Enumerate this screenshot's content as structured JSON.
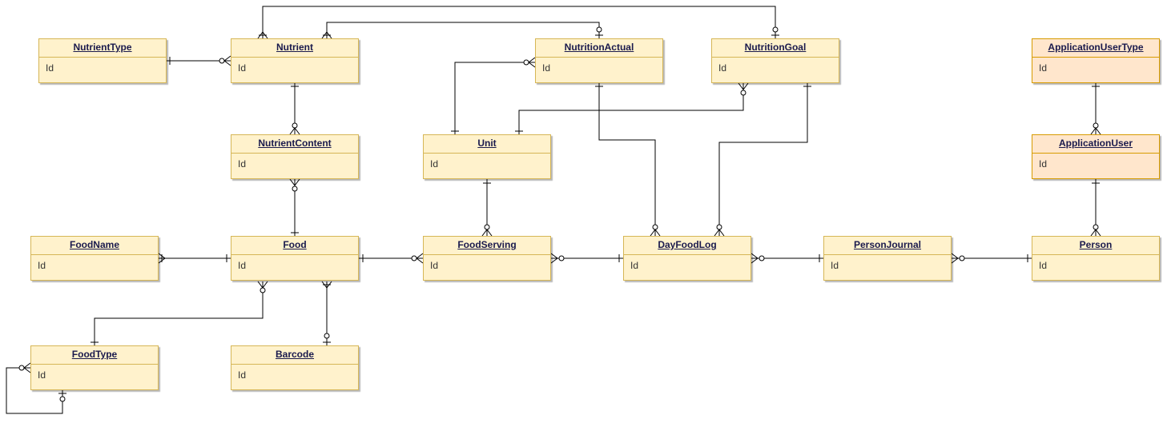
{
  "colors": {
    "entity_fill": "#fff2cc",
    "entity_border": "#d6b656",
    "user_entity_fill": "#ffe6cc",
    "user_entity_border": "#d79b00",
    "title_text": "#1a1a4d",
    "line": "#000000"
  },
  "entities": {
    "nutrient_type": {
      "name": "NutrientType",
      "attr": "Id"
    },
    "nutrient": {
      "name": "Nutrient",
      "attr": "Id"
    },
    "nutrition_actual": {
      "name": "NutritionActual",
      "attr": "Id"
    },
    "nutrition_goal": {
      "name": "NutritionGoal",
      "attr": "Id"
    },
    "application_user_type": {
      "name": "ApplicationUserType",
      "attr": "Id"
    },
    "nutrient_content": {
      "name": "NutrientContent",
      "attr": "Id"
    },
    "unit": {
      "name": "Unit",
      "attr": "Id"
    },
    "application_user": {
      "name": "ApplicationUser",
      "attr": "Id"
    },
    "food_name": {
      "name": "FoodName",
      "attr": "Id"
    },
    "food": {
      "name": "Food",
      "attr": "Id"
    },
    "food_serving": {
      "name": "FoodServing",
      "attr": "Id"
    },
    "day_food_log": {
      "name": "DayFoodLog",
      "attr": "Id"
    },
    "person_journal": {
      "name": "PersonJournal",
      "attr": "Id"
    },
    "person": {
      "name": "Person",
      "attr": "Id"
    },
    "food_type": {
      "name": "FoodType",
      "attr": "Id"
    },
    "barcode": {
      "name": "Barcode",
      "attr": "Id"
    }
  },
  "relationships": [
    {
      "from": "NutrientType",
      "to": "Nutrient",
      "from_end": "one",
      "to_end": "zero-or-many"
    },
    {
      "from": "Nutrient",
      "to": "NutritionGoal",
      "from_end": "one-or-many",
      "to_end": "zero-or-one"
    },
    {
      "from": "Nutrient",
      "to": "NutritionActual",
      "from_end": "one-or-many",
      "to_end": "zero-or-one"
    },
    {
      "from": "Nutrient",
      "to": "NutrientContent",
      "from_end": "one",
      "to_end": "zero-or-many"
    },
    {
      "from": "NutrientContent",
      "to": "Food",
      "from_end": "zero-or-many",
      "to_end": "one"
    },
    {
      "from": "Unit",
      "to": "NutritionActual",
      "from_end": "one",
      "to_end": "zero-or-many"
    },
    {
      "from": "Unit",
      "to": "NutritionGoal",
      "from_end": "one",
      "to_end": "zero-or-many"
    },
    {
      "from": "Unit",
      "to": "FoodServing",
      "from_end": "one",
      "to_end": "zero-or-many"
    },
    {
      "from": "NutritionActual",
      "to": "DayFoodLog",
      "from_end": "one",
      "to_end": "zero-or-many"
    },
    {
      "from": "NutritionGoal",
      "to": "DayFoodLog",
      "from_end": "one",
      "to_end": "zero-or-many"
    },
    {
      "from": "ApplicationUserType",
      "to": "ApplicationUser",
      "from_end": "one",
      "to_end": "zero-or-many"
    },
    {
      "from": "ApplicationUser",
      "to": "Person",
      "from_end": "one",
      "to_end": "zero-or-many"
    },
    {
      "from": "FoodName",
      "to": "Food",
      "from_end": "one-or-many",
      "to_end": "one"
    },
    {
      "from": "Food",
      "to": "FoodServing",
      "from_end": "one",
      "to_end": "zero-or-many"
    },
    {
      "from": "FoodServing",
      "to": "DayFoodLog",
      "from_end": "zero-or-many",
      "to_end": "one"
    },
    {
      "from": "DayFoodLog",
      "to": "PersonJournal",
      "from_end": "zero-or-many",
      "to_end": "one"
    },
    {
      "from": "PersonJournal",
      "to": "Person",
      "from_end": "zero-or-many",
      "to_end": "one"
    },
    {
      "from": "Food",
      "to": "FoodType",
      "from_end": "zero-or-many",
      "to_end": "one"
    },
    {
      "from": "Food",
      "to": "Barcode",
      "from_end": "one-or-many",
      "to_end": "zero-or-one"
    },
    {
      "from": "FoodType",
      "to": "FoodType",
      "from_end": "zero-or-many",
      "to_end": "zero-or-one"
    }
  ]
}
